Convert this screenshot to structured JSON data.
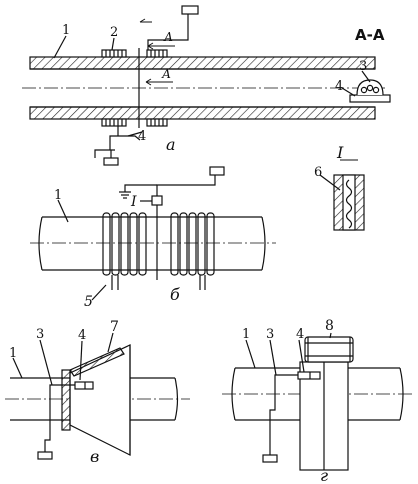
{
  "section_label": "А-А",
  "detail_label": "I",
  "detail_marker": "I",
  "section_arrow_label": "А",
  "panels": {
    "a": {
      "caption": "а"
    },
    "b": {
      "caption": "б"
    },
    "v": {
      "caption": "в"
    },
    "g": {
      "caption": "г"
    }
  },
  "callouts": {
    "n1_a": "1",
    "n2_a": "2",
    "n4_a": "4",
    "n1_b": "1",
    "n5_b": "5",
    "n3_sec": "3",
    "n4_sec": "4",
    "n6_det": "6",
    "n1_v": "1",
    "n3_v": "3",
    "n4_v": "4",
    "n7_v": "7",
    "n1_g": "1",
    "n3_g": "3",
    "n4_g": "4",
    "n8_g": "8"
  },
  "colors": {
    "ink": "#111111",
    "paper": "#ffffff",
    "hatch": "#222222"
  }
}
